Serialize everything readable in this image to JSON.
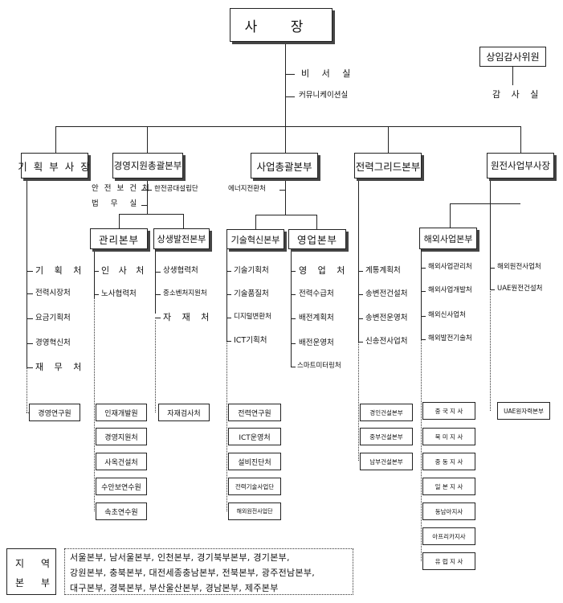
{
  "ceo": "사 장",
  "ceo_staff": [
    "비 서 실",
    "커뮤니케이션실"
  ],
  "audit": {
    "committee": "상임감사위원",
    "office": "감 사 실"
  },
  "planning": {
    "title": "기 획 부 사 장",
    "units": [
      "기 획 처",
      "전력시장처",
      "요금기획처",
      "경영혁신처",
      "재 무 처"
    ],
    "institute": "경영연구원"
  },
  "management": {
    "title": "경영지원총괄본부",
    "direct": [
      "안 전 보 건 처",
      "법 무 실"
    ],
    "direct_extra": "한전공대설립단",
    "admin": {
      "title": "관리본부",
      "units": [
        "인 사 처",
        "노사협력처"
      ],
      "centers": [
        "인재개발원",
        "경영지원처",
        "사옥건설처",
        "수안보연수원",
        "속초연수원"
      ]
    },
    "mutual": {
      "title": "상생발전본부",
      "units": [
        "상생협력처",
        "중소벤처지원처",
        "자 재 처"
      ],
      "centers": [
        "자재검사처"
      ]
    }
  },
  "business": {
    "title": "사업총괄본부",
    "direct": "에너지전환처",
    "tech": {
      "title": "기술혁신본부",
      "units": [
        "기술기획처",
        "기술품질처",
        "디지털변환처",
        "ICT기획처"
      ],
      "centers": [
        "전력연구원",
        "ICT운영처",
        "설비진단처",
        "전력기술사업단",
        "해외원전사업단"
      ]
    },
    "sales": {
      "title": "영업본부",
      "units": [
        "영 업 처",
        "전력수급처",
        "배전계획처",
        "배전운영처",
        "스마트미터링처"
      ]
    }
  },
  "grid": {
    "title": "전력그리드본부",
    "units": [
      "계통계획처",
      "송변전건설처",
      "송변전운영처",
      "신송전사업처"
    ],
    "centers": [
      "경인건설본부",
      "중부건설본부",
      "남부건설본부"
    ]
  },
  "overseas": {
    "title": "해외사업본부",
    "units": [
      "해외사업관리처",
      "해외사업개발처",
      "해외신사업처",
      "해외발전기술처"
    ],
    "branches": [
      "중 국 지 사",
      "북 미 지 사",
      "중 동 지 사",
      "일 본 지 사",
      "동남아지사",
      "아프리카지사",
      "유 럽 지 사"
    ]
  },
  "nuclear": {
    "title": "원전사업부사장",
    "units": [
      "해외원전사업처",
      "UAE원전건설처"
    ],
    "centers": [
      "UAE원자력본부"
    ]
  },
  "regions": {
    "label": [
      "지",
      "역",
      "본",
      "부"
    ],
    "lines": [
      "서울본부, 남서울본부, 인천본부, 경기북부본부, 경기본부,",
      "강원본부, 충북본부, 대전세종충남본부, 전북본부, 광주전남본부,",
      "대구본부, 경북본부, 부산울산본부, 경남본부, 제주본부"
    ]
  }
}
